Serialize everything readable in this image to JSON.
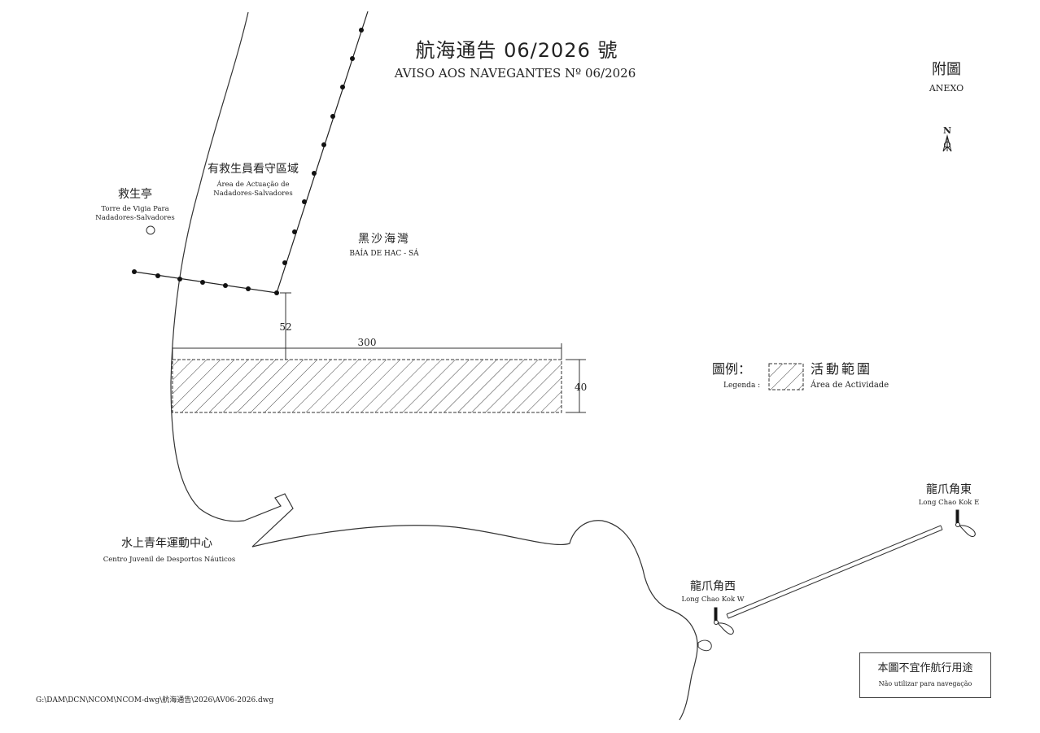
{
  "title": {
    "zh": "航海通告 06/2026 號",
    "pt": "AVISO AOS NAVEGANTES Nº 06/2026"
  },
  "annex": {
    "zh": "附圖",
    "pt": "ANEXO"
  },
  "north": "N",
  "labels": {
    "lifeguard_area": {
      "zh": "有救生員看守區域",
      "pt1": "Área de Actuação de",
      "pt2": "Nadadores-Salvadores"
    },
    "lifeguard_tower": {
      "zh": "救生亭",
      "pt1": "Torre de Vigia Para",
      "pt2": "Nadadores-Salvadores"
    },
    "bay": {
      "zh": "黑沙海灣",
      "pt": "BAÍA DE HAC - SÁ"
    },
    "youth_centre": {
      "zh": "水上青年運動中心",
      "pt": "Centro Juvenil de Desportos Náuticos"
    },
    "lck_east": {
      "zh": "龍爪角東",
      "pt": "Long Chao Kok E"
    },
    "lck_west": {
      "zh": "龍爪角西",
      "pt": "Long Chao Kok W"
    }
  },
  "dimensions": {
    "offset": "52",
    "length": "300",
    "width": "40"
  },
  "legend": {
    "zh_label": "圖例：",
    "pt_label": "Legenda :",
    "zh_item": "活動範圍",
    "pt_item": "Área de Actividade"
  },
  "disclaimer": {
    "zh": "本圖不宜作航行用途",
    "pt": "Não utilizar para navegação"
  },
  "file_path": "G:\\DAM\\DCN\\NCOM\\NCOM-dwg\\航海通告\\2026\\AV06-2026.dwg"
}
